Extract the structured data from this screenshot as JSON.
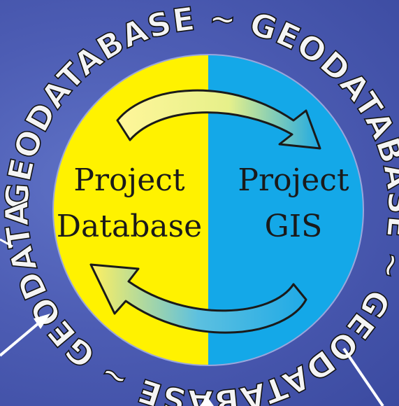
{
  "ring_segments": [
    "GEODATABASE ~ GEODATABASE ~ GEODATABASE ~ GEODATABASE ~"
  ],
  "left_half": {
    "line1": "Project",
    "line2": "Database",
    "color": "#fff200"
  },
  "right_half": {
    "line1": "Project",
    "line2": "GIS",
    "color": "#14a8e8"
  },
  "arrow_colors": {
    "top_start": "#fff69a",
    "top_end": "#1ea9e4",
    "bottom_start": "#20aae6",
    "bottom_end": "#fff060"
  },
  "background_color": "#4d5db4"
}
